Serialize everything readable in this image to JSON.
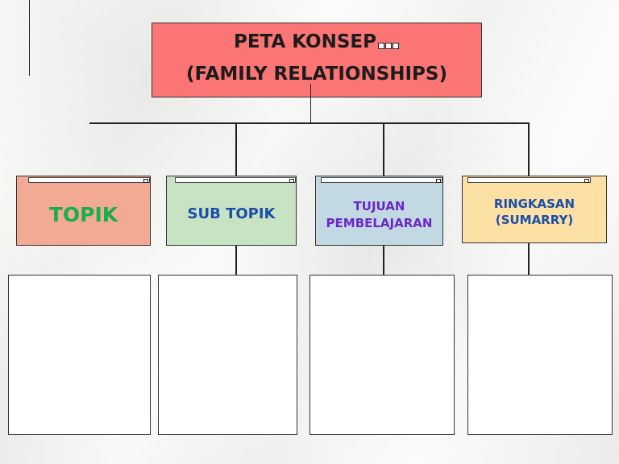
{
  "diagram": {
    "title_line1": "PETA KONSEP",
    "title_line2": "(FAMILY RELATIONSHIPS)",
    "title_icon": "three-small-squares-icon",
    "categories": [
      {
        "label": "TOPIK",
        "fill": "#f2aa94",
        "text_color": "#1aad4d"
      },
      {
        "label": "SUB TOPIK",
        "fill": "#c8e2c4",
        "text_color": "#1a4fa8"
      },
      {
        "label_line1": "TUJUAN",
        "label_line2": "PEMBELAJARAN",
        "fill": "#c2d8e3",
        "text_color": "#6a28c8"
      },
      {
        "label_line1": "RINGKASAN",
        "label_line2": "(SUMARRY)",
        "fill": "#fde0a4",
        "text_color": "#1a4fa8"
      }
    ],
    "colors": {
      "title_fill": "#fb7575",
      "content_box_fill": "#ffffff",
      "line": "#222222"
    }
  }
}
